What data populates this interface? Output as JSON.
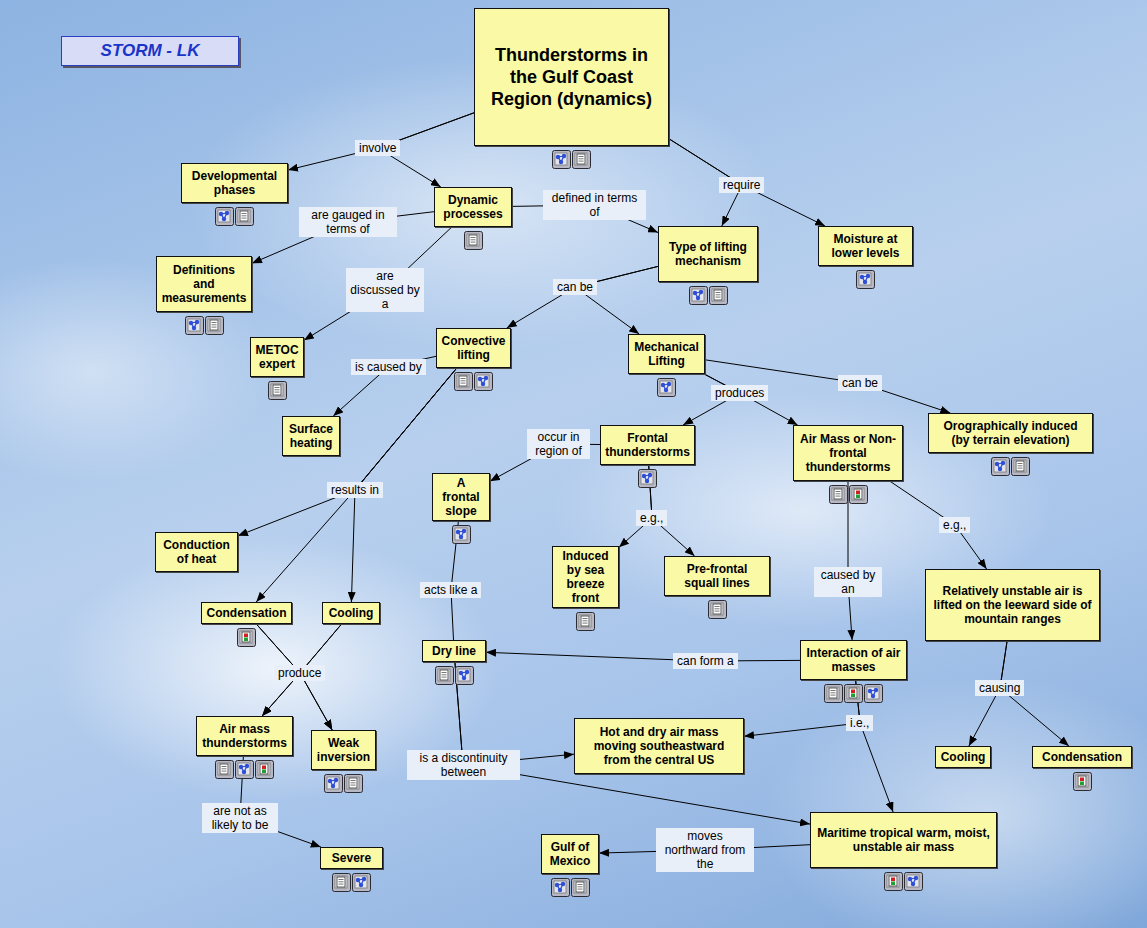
{
  "diagram": {
    "nodes": [
      {
        "text": [
          "STORM - LK"
        ]
      },
      {
        "text": [
          "Thunderstorms in the Gulf Coast Region (dynamics)"
        ]
      },
      {
        "text": [
          "Developmental phases"
        ]
      },
      {
        "text": [
          "Dynamic processes"
        ]
      },
      {
        "text": [
          "Type of lifting mechanism"
        ]
      },
      {
        "text": [
          "Moisture at lower levels"
        ]
      },
      {
        "text": [
          "Definitions and measurements"
        ]
      },
      {
        "text": [
          "METOC expert"
        ]
      },
      {
        "text": [
          "Convective lifting"
        ]
      },
      {
        "text": [
          "Mechanical Lifting"
        ]
      },
      {
        "text": [
          "Orographically induced (by terrain elevation)"
        ]
      },
      {
        "text": [
          "Surface heating"
        ]
      },
      {
        "text": [
          "Frontal thunderstorms"
        ]
      },
      {
        "text": [
          "Air Mass or Non-frontal thunderstorms"
        ]
      },
      {
        "text": [
          "A frontal slope"
        ]
      },
      {
        "text": [
          "Conduction of heat"
        ]
      },
      {
        "text": [
          "Induced by sea breeze front"
        ]
      },
      {
        "text": [
          "Pre-frontal squall lines"
        ]
      },
      {
        "text": [
          "Relatively unstable air is lifted on the leeward side of mountain ranges"
        ]
      },
      {
        "text": [
          "Condensation"
        ]
      },
      {
        "text": [
          "Cooling"
        ]
      },
      {
        "text": [
          "Dry line"
        ]
      },
      {
        "text": [
          "Interaction of air masses"
        ]
      },
      {
        "text": [
          "Hot and dry air mass moving southeastward from the central US"
        ]
      },
      {
        "text": [
          "Air mass thunderstorms"
        ]
      },
      {
        "text": [
          "Weak inversion"
        ]
      },
      {
        "text": [
          "Cooling"
        ]
      },
      {
        "text": [
          "Condensation"
        ]
      },
      {
        "text": [
          "Maritime tropical warm, moist, unstable air mass"
        ]
      },
      {
        "text": [
          "Gulf of Mexico"
        ]
      },
      {
        "text": [
          "Severe"
        ]
      }
    ],
    "edges": [
      {
        "from": 1,
        "to": 2,
        "label": "involve",
        "arrow": "to"
      },
      {
        "from": 1,
        "to": 3,
        "arrow": "to"
      },
      {
        "from": 3,
        "to": 6,
        "label": "are gauged in terms of",
        "arrow": "to"
      },
      {
        "from": 3,
        "to": 7,
        "label": "are discussed by a",
        "arrow": "to"
      },
      {
        "from": 3,
        "to": 4,
        "label": "defined in terms of",
        "arrow": "to"
      },
      {
        "from": 1,
        "to": 4,
        "label": "require",
        "arrow": "to"
      },
      {
        "from": 1,
        "to": 5,
        "arrow": "to"
      },
      {
        "from": 4,
        "to": 8,
        "label": "can be",
        "arrow": "to"
      },
      {
        "from": 4,
        "to": 9,
        "arrow": "to"
      },
      {
        "from": 8,
        "to": 11,
        "label": "is caused by",
        "arrow": "to"
      },
      {
        "from": 8,
        "to": 15,
        "label": "results in",
        "arrow": "to"
      },
      {
        "from": 8,
        "to": 19,
        "arrow": "to"
      },
      {
        "from": 8,
        "to": 20,
        "arrow": "to"
      },
      {
        "from": 9,
        "to": 12,
        "label": "produces",
        "arrow": "to"
      },
      {
        "from": 9,
        "to": 13,
        "arrow": "to"
      },
      {
        "from": 9,
        "to": 10,
        "label": "can be",
        "arrow": "to"
      },
      {
        "from": 12,
        "to": 14,
        "label": "occur in region of",
        "arrow": "to"
      },
      {
        "from": 12,
        "to": 16,
        "label": "e.g.,",
        "arrow": "to"
      },
      {
        "from": 12,
        "to": 17,
        "arrow": "to"
      },
      {
        "from": 13,
        "to": 18,
        "label": "e.g.,",
        "arrow": "to"
      },
      {
        "from": 13,
        "to": 22,
        "label": "caused by an",
        "arrow": "to"
      },
      {
        "from": 14,
        "to": 21,
        "label": "acts like a",
        "arrow": "none"
      },
      {
        "from": 22,
        "to": 21,
        "label": "can form a",
        "arrow": "to"
      },
      {
        "from": 22,
        "to": 23,
        "label": "i.e.,",
        "arrow": "to"
      },
      {
        "from": 22,
        "to": 28,
        "arrow": "to"
      },
      {
        "from": 18,
        "to": 26,
        "label": "causing",
        "arrow": "to"
      },
      {
        "from": 18,
        "to": 27,
        "arrow": "to"
      },
      {
        "from": 19,
        "to": 24,
        "label": "produce",
        "arrow": "to"
      },
      {
        "from": 20,
        "to": 24,
        "arrow": "to"
      },
      {
        "from": 19,
        "to": 25,
        "arrow": "to"
      },
      {
        "from": 20,
        "to": 25,
        "arrow": "to"
      },
      {
        "from": 24,
        "to": 30,
        "label": "are not as likely to be",
        "arrow": "to"
      },
      {
        "from": 21,
        "to": 23,
        "label": "is a discontinuity between",
        "arrow": "to"
      },
      {
        "from": 21,
        "to": 28,
        "arrow": "to"
      },
      {
        "from": 28,
        "to": 29,
        "label": "moves northward from the",
        "arrow": "to"
      }
    ]
  }
}
